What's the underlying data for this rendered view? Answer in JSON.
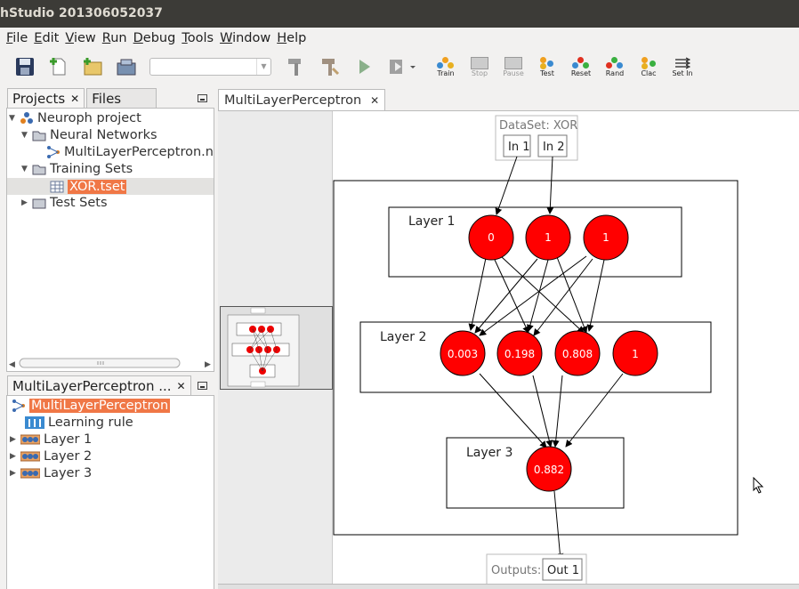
{
  "window": {
    "title": "hStudio 201306052037"
  },
  "menu": [
    "File",
    "Edit",
    "View",
    "Run",
    "Debug",
    "Tools",
    "Window",
    "Help"
  ],
  "toolbar": {
    "buttons": [
      {
        "label": "Train",
        "enabled": true
      },
      {
        "label": "Stop",
        "enabled": false
      },
      {
        "label": "Pause",
        "enabled": false
      },
      {
        "label": "Test",
        "enabled": true
      },
      {
        "label": "Reset",
        "enabled": true
      },
      {
        "label": "Rand",
        "enabled": true
      },
      {
        "label": "Clac",
        "enabled": true
      },
      {
        "label": "Set In",
        "enabled": true
      }
    ],
    "combo_value": ""
  },
  "projects_panel": {
    "tabs": [
      "Projects",
      "Files"
    ],
    "tree": {
      "project": "Neuroph project",
      "neural_networks": "Neural Networks",
      "network_file": "MultiLayerPerceptron.n",
      "training_sets": "Training Sets",
      "training_file": "XOR.tset",
      "test_sets": "Test Sets"
    }
  },
  "navigator_panel": {
    "tab": "MultiLayerPerceptron ...",
    "root": "MultiLayerPerceptron",
    "items": [
      "Learning rule",
      "Layer 1",
      "Layer 2",
      "Layer 3"
    ]
  },
  "editor": {
    "tab": "MultiLayerPerceptron",
    "dataset_label": "DataSet: XOR",
    "inputs": [
      "In 1",
      "In 2"
    ],
    "layers": [
      {
        "name": "Layer 1",
        "neurons": [
          "0",
          "1",
          "1"
        ]
      },
      {
        "name": "Layer 2",
        "neurons": [
          "0.003",
          "0.198",
          "0.808",
          "1"
        ]
      },
      {
        "name": "Layer 3",
        "neurons": [
          "0.882"
        ]
      }
    ],
    "outputs_label": "Outputs:",
    "outputs": [
      "Out 1"
    ]
  },
  "colors": {
    "neuron": "#ff0000",
    "selection": "#f07746",
    "titlebar": "#3c3b37"
  }
}
